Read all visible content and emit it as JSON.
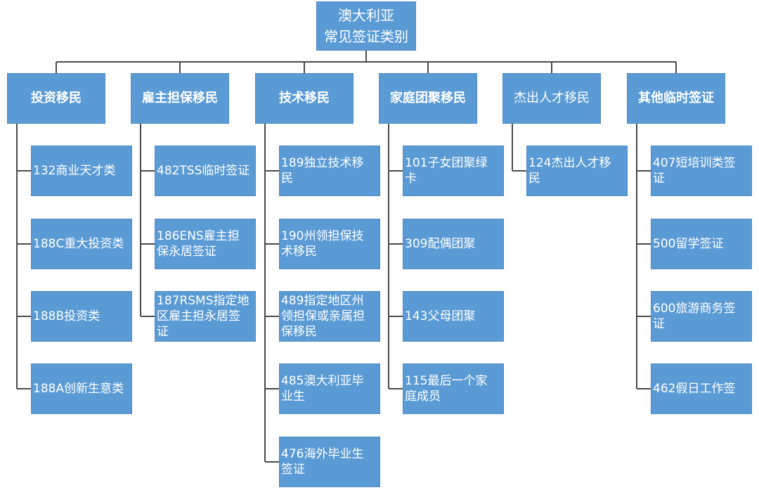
{
  "root": {
    "line1": "澳大利亚",
    "line2": "常见签证类别"
  },
  "categories": [
    {
      "label": "投资移民",
      "items": [
        "132商业天才类",
        "188C重大投资类",
        "188B投资类",
        "188A创新生意类"
      ]
    },
    {
      "label": "雇主担保移民",
      "items": [
        "482TSS临时签证",
        "186ENS雇主担保永居签证",
        "187RSMS指定地区雇主担永居签证"
      ]
    },
    {
      "label": "技术移民",
      "items": [
        "189独立技术移民",
        "190州领担保技术移民",
        "489指定地区州领担保或亲属担保移民",
        "485澳大利亚毕业生",
        "476海外毕业生签证"
      ]
    },
    {
      "label": "家庭团聚移民",
      "items": [
        "101子女团聚绿卡",
        "309配偶团聚",
        "143父母团聚",
        "115最后一个家庭成员"
      ]
    },
    {
      "label": "杰出人才移民",
      "items": [
        "124杰出人才移民"
      ]
    },
    {
      "label": "其他临时签证",
      "items": [
        "407短培训类签证",
        "500留学签证",
        "600旅游商务签证",
        "462假日工作签"
      ]
    }
  ]
}
